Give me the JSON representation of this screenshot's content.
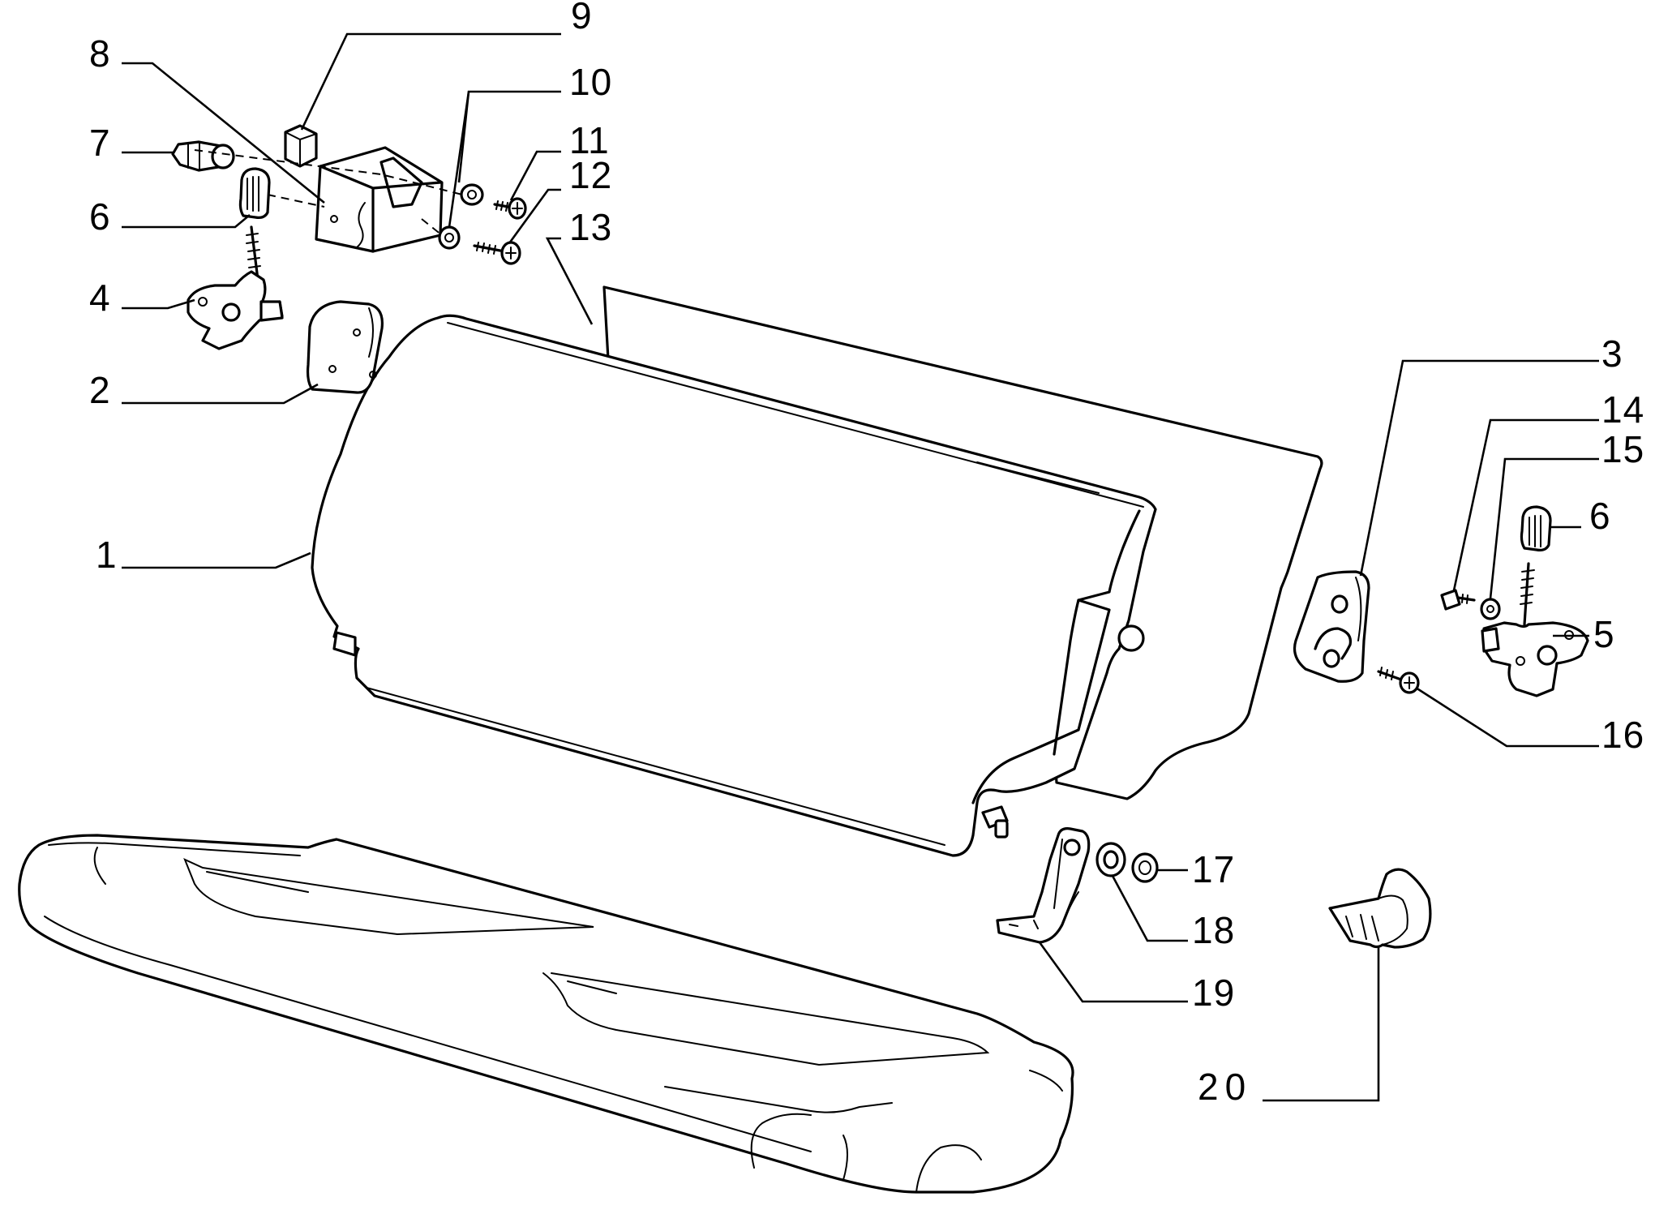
{
  "callouts": [
    {
      "id": "c1",
      "label": "1"
    },
    {
      "id": "c2",
      "label": "2"
    },
    {
      "id": "c3",
      "label": "3"
    },
    {
      "id": "c4",
      "label": "4"
    },
    {
      "id": "c5",
      "label": "5"
    },
    {
      "id": "c6a",
      "label": "6"
    },
    {
      "id": "c6b",
      "label": "6"
    },
    {
      "id": "c7",
      "label": "7"
    },
    {
      "id": "c8",
      "label": "8"
    },
    {
      "id": "c9",
      "label": "9"
    },
    {
      "id": "c10",
      "label": "10"
    },
    {
      "id": "c11",
      "label": "11"
    },
    {
      "id": "c12",
      "label": "12"
    },
    {
      "id": "c13",
      "label": "13"
    },
    {
      "id": "c14",
      "label": "14"
    },
    {
      "id": "c15",
      "label": "15"
    },
    {
      "id": "c16",
      "label": "16"
    },
    {
      "id": "c17",
      "label": "17"
    },
    {
      "id": "c18",
      "label": "18"
    },
    {
      "id": "c19",
      "label": "19"
    },
    {
      "id": "c20",
      "label": "20"
    }
  ]
}
